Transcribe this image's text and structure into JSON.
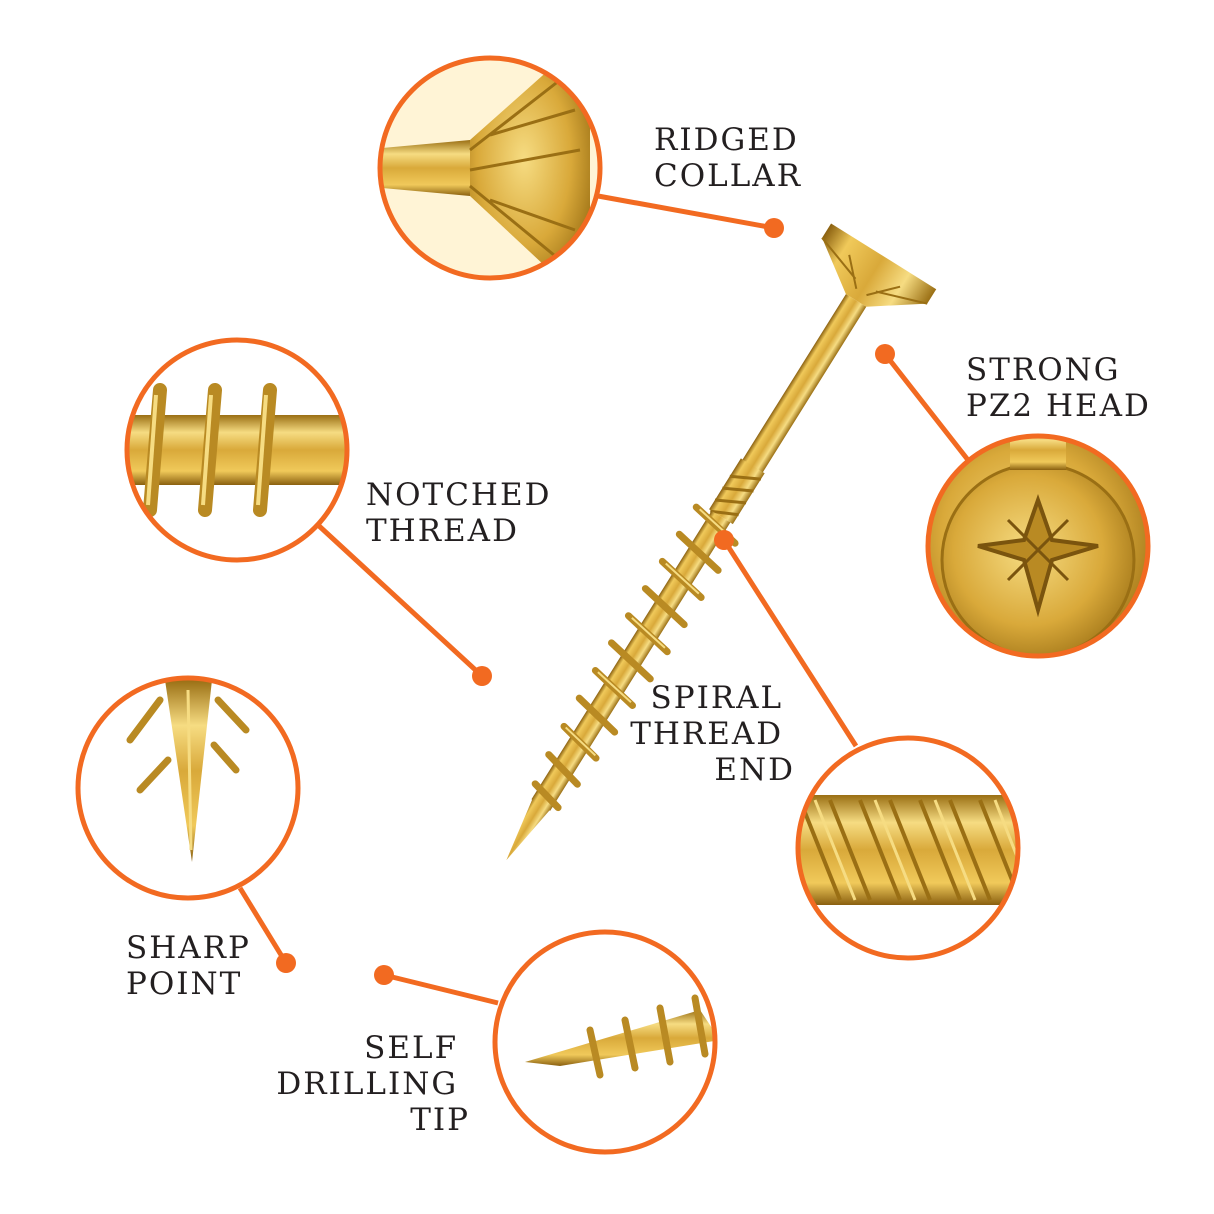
{
  "colors": {
    "accent": "#f26a21",
    "text": "#231f20",
    "gold_light": "#f6dc82",
    "gold_mid": "#d9a93a",
    "gold_dark": "#9a6f14",
    "background": "#ffffff"
  },
  "callouts": {
    "ridged_collar": {
      "lines": [
        "RIDGED",
        "COLLAR"
      ]
    },
    "strong_pz2_head": {
      "lines": [
        "STRONG",
        "PZ2 HEAD"
      ]
    },
    "notched_thread": {
      "lines": [
        "NOTCHED",
        "THREAD"
      ]
    },
    "spiral_thread_end": {
      "lines": [
        "SPIRAL",
        "THREAD",
        "END"
      ]
    },
    "sharp_point": {
      "lines": [
        "SHARP",
        "POINT"
      ]
    },
    "self_drilling_tip": {
      "lines": [
        "SELF",
        "DRILLING",
        "TIP"
      ]
    }
  }
}
